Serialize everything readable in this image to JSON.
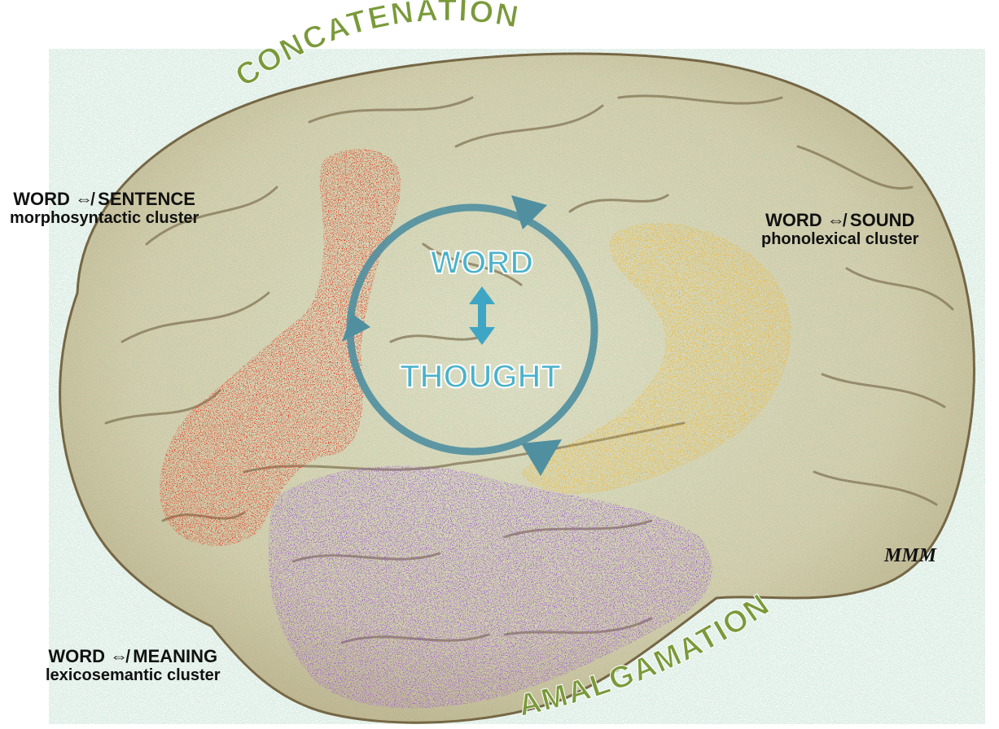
{
  "arc_top": "CONCATENATION",
  "arc_bottom": "AMALGAMATION",
  "center": {
    "top": "WORD",
    "bottom": "THOUGHT"
  },
  "clusters": {
    "sentence": {
      "title": "WORD ⇎ SENTENCE",
      "subtitle": "morphosyntactic cluster"
    },
    "sound": {
      "title": "WORD ⇎ SOUND",
      "subtitle": "phonolexical cluster"
    },
    "meaning": {
      "title": "WORD ⇎ MEANING",
      "subtitle": "lexicosemantic cluster"
    }
  },
  "signature": "MMM",
  "colors": {
    "arc_text": "#7a9a3a",
    "center_text": "#4ab2cc",
    "cycle_ring": "#4f8fa0",
    "morphosyntactic": "#e8321a",
    "phonolexical": "#efb42a",
    "lexicosemantic": "#9b55d8",
    "brain": "#e8d9bf"
  }
}
